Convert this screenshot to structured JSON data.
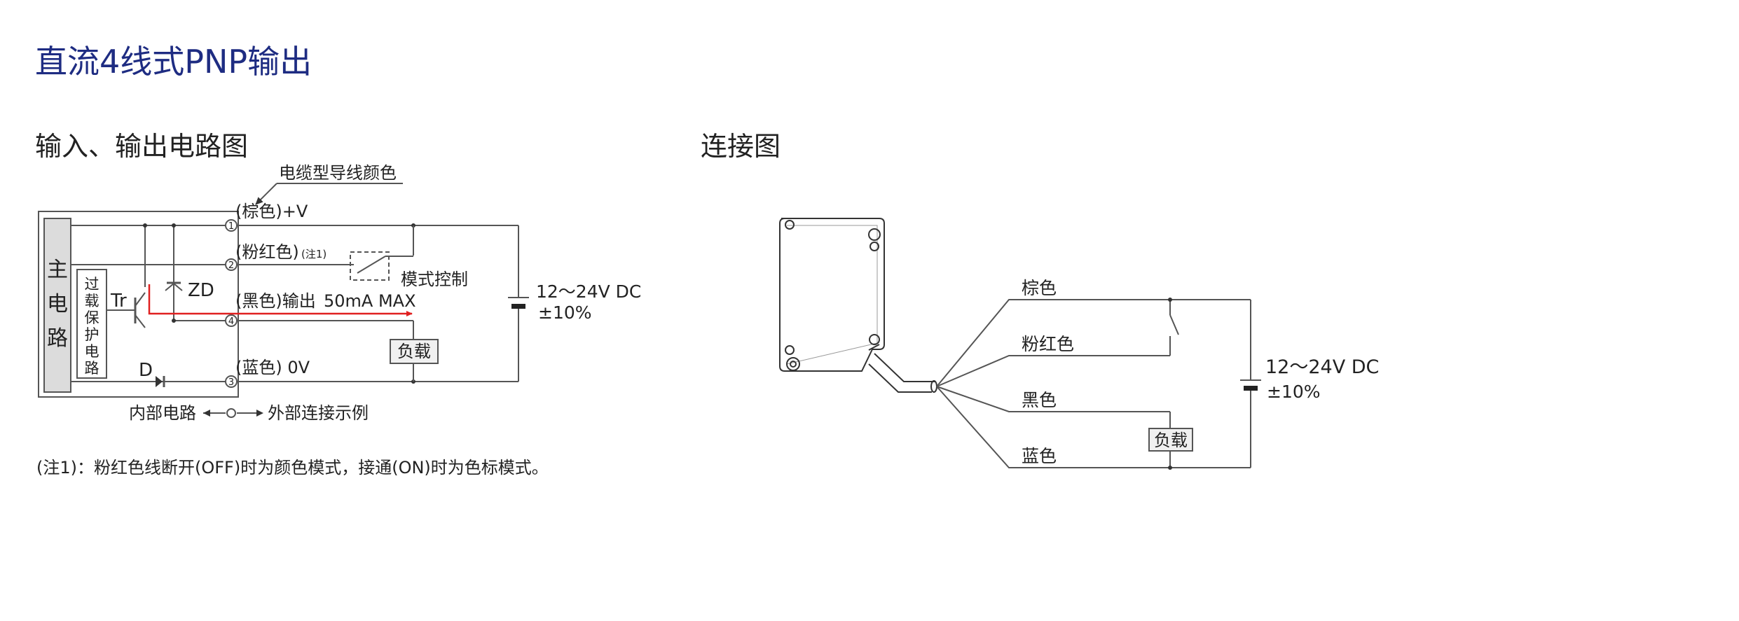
{
  "title": "直流4线式PNP输出",
  "circuit": {
    "heading": "输入、输出电路图",
    "cable_color_label": "电缆型导线颜色",
    "main_circuit": [
      "主",
      "电",
      "路"
    ],
    "protection_circuit": [
      "过",
      "载",
      "保",
      "护",
      "电",
      "路"
    ],
    "tr_label": "Tr",
    "zd_label": "ZD",
    "d_label": "D",
    "wire_brown": "(棕色)+V",
    "wire_pink": "(粉红色)",
    "wire_pink_note": "(注1)",
    "wire_black": "(黑色)输出",
    "output_max": "50mA MAX",
    "wire_blue": "(蓝色) 0V",
    "mode_control": "模式控制",
    "load": "负载",
    "supply_voltage": "12～24V DC",
    "supply_tolerance": "±10%",
    "internal_label": "内部电路",
    "external_label": "外部连接示例",
    "terminals": [
      "1",
      "2",
      "4",
      "3"
    ]
  },
  "connection": {
    "heading": "连接图",
    "wire_brown": "棕色",
    "wire_pink": "粉红色",
    "wire_black": "黑色",
    "wire_blue": "蓝色",
    "load": "负载",
    "supply_voltage": "12～24V DC",
    "supply_tolerance": "±10%"
  },
  "footnote": "(注1)：粉红色线断开(OFF)时为颜色模式，接通(ON)时为色标模式。",
  "colors": {
    "title": "#1e2c82",
    "output_arrow": "#e02020",
    "line": "#555555"
  }
}
